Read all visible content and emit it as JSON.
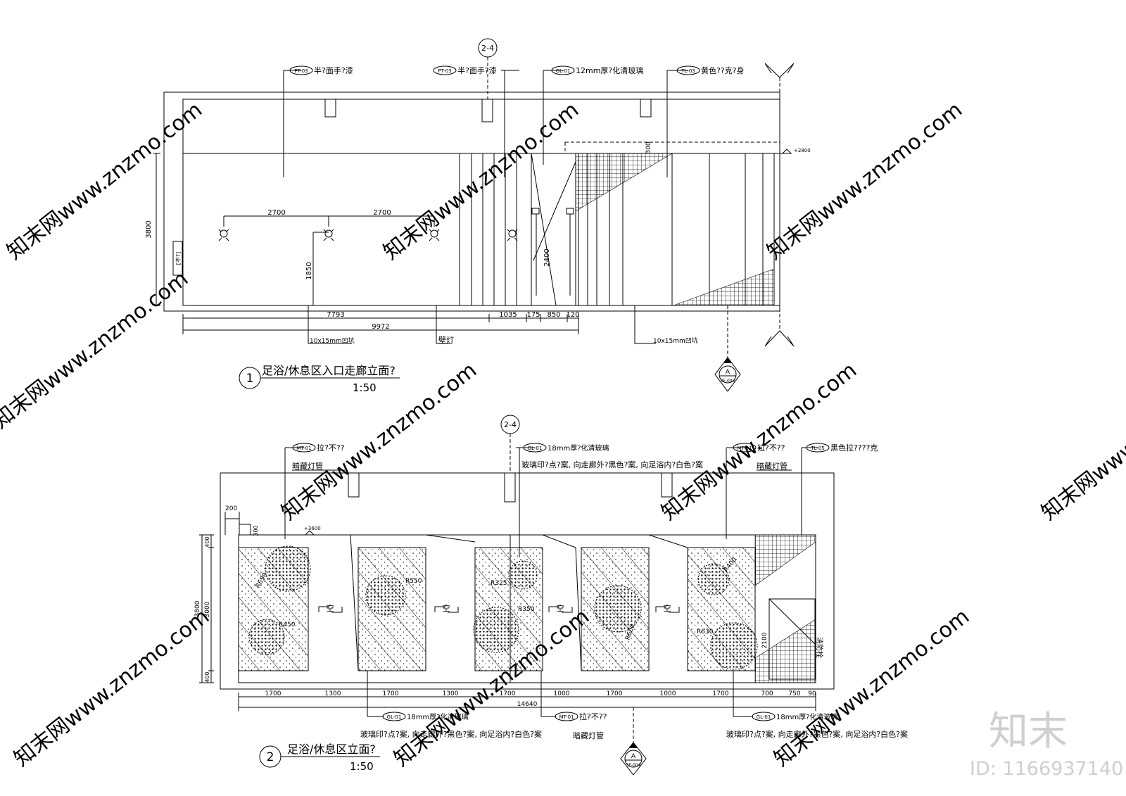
{
  "section_marks": {
    "top": "2-4",
    "bottom": "2-4"
  },
  "elev1": {
    "tags": [
      {
        "code": "PT-03",
        "text": "半?面手?漆"
      },
      {
        "code": "PT-03",
        "text": "半?面手?漆"
      },
      {
        "code": "GL-01",
        "text": "12mm厚?化清玻璃"
      },
      {
        "code": "TL-03",
        "text": "黄色??克?身"
      }
    ],
    "level_mark": "+2800",
    "dims": {
      "height": "3800",
      "light_a": "2700",
      "light_b": "2700",
      "light_h": "1850",
      "dim300": "300",
      "door_h": "2400",
      "d7793": "7793",
      "d1035": "1035",
      "d175": "175",
      "d850": "850",
      "d120": "120",
      "total": "9972"
    },
    "bottom_notes": {
      "groove_left": "10x15mm凹坑",
      "sconce": "壁灯",
      "groove_right": "10x15mm凹坑"
    },
    "side_label": "[不?]",
    "callout": {
      "letter": "A",
      "ref": "3F-003"
    },
    "title": "足浴/休息区入口走廊立面?",
    "number": "1",
    "scale": "1:50"
  },
  "elev2": {
    "tags": [
      {
        "code": "MT-01",
        "text": "拉?不??"
      },
      {
        "code": "GL-01",
        "text": "18mm厚?化清玻璃"
      },
      {
        "code": "MT-01",
        "text": "拉?不??"
      },
      {
        "code": "TL-05",
        "text": "黑色拉????克"
      }
    ],
    "notes": {
      "hidden_light_l": "暗藏灯管",
      "hidden_light_r": "暗藏灯管",
      "glass_print_top": "玻璃印?点?案, 向走廊外?黑色?案, 向足浴内?白色?案"
    },
    "bottom_tags": [
      {
        "code": "GL-01",
        "text": "18mm厚?化清玻璃"
      },
      {
        "code": "MT-01",
        "text": "拉?不??"
      },
      {
        "code": "GL-01",
        "text": "18mm厚?化清玻璃"
      }
    ],
    "bottom_notes": {
      "glass_print_l": "玻璃印?点?案, 向走廊外?黑色?案, 向足浴内?白色?案",
      "hidden_light": "暗藏灯管",
      "glass_print_r": "玻璃印?点?案, 向走廊外?黑色?案, 向足浴内?白色?案"
    },
    "level_mark": "+3600",
    "radii": [
      "R690",
      "R450",
      "R550",
      "R325",
      "R350",
      "R600",
      "R400",
      "R630"
    ],
    "empty_label": "空",
    "hydrant_label": "消防栓",
    "dims": {
      "top_200": "200",
      "top_300": "300",
      "v3800": "3800",
      "v400a": "400",
      "v3000": "3000",
      "v400b": "400",
      "v2100": "2100",
      "widths": [
        "1700",
        "1300",
        "1700",
        "1300",
        "1700",
        "1000",
        "1700",
        "1000",
        "1700",
        "700",
        "750",
        "90"
      ],
      "total": "14640"
    },
    "callout": {
      "letter": "A",
      "ref": "3F-004"
    },
    "title": "足浴/休息区立面?",
    "number": "2",
    "scale": "1:50"
  },
  "watermark": {
    "text": "知末网www.znzmo.com",
    "logo": "知末",
    "id": "ID: 1166937140"
  }
}
